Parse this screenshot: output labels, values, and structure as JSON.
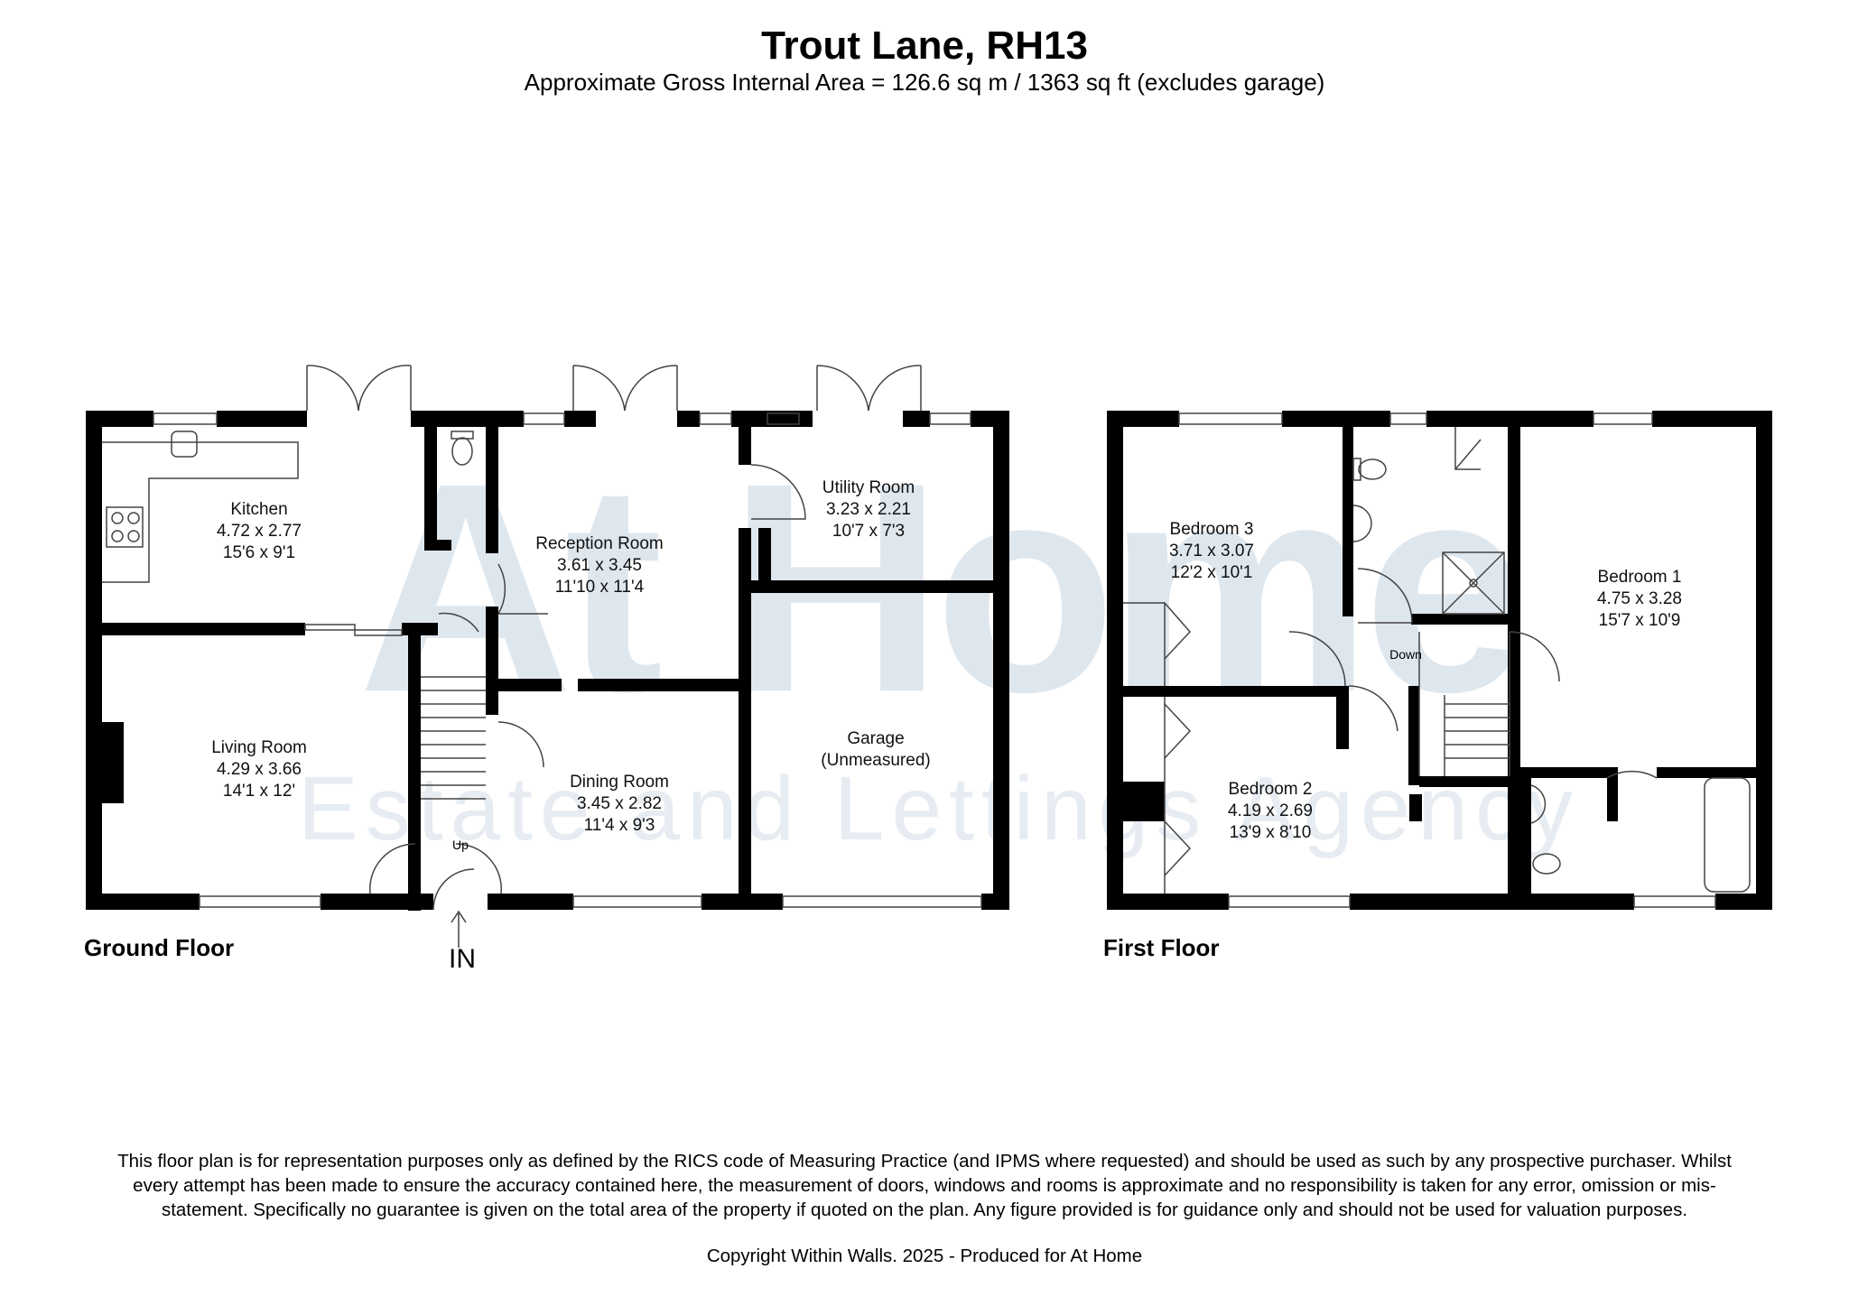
{
  "header": {
    "title": "Trout Lane, RH13",
    "subtitle": "Approximate Gross Internal Area = 126.6 sq m / 1363 sq ft (excludes garage)"
  },
  "watermark": {
    "brand": "At Home",
    "tagline": "Estate and Lettings Agency"
  },
  "ground_floor": {
    "label": "Ground Floor",
    "entrance": "IN",
    "stairs": "Up",
    "rooms": {
      "kitchen": {
        "name": "Kitchen",
        "metric": "4.72 x 2.77",
        "imperial": "15'6 x 9'1"
      },
      "reception": {
        "name": "Reception Room",
        "metric": "3.61 x 3.45",
        "imperial": "11'10 x 11'4"
      },
      "utility": {
        "name": "Utility Room",
        "metric": "3.23 x 2.21",
        "imperial": "10'7 x 7'3"
      },
      "living": {
        "name": "Living Room",
        "metric": "4.29 x 3.66",
        "imperial": "14'1 x 12'"
      },
      "dining": {
        "name": "Dining Room",
        "metric": "3.45 x 2.82",
        "imperial": "11'4 x 9'3"
      },
      "garage": {
        "name": "Garage",
        "note": "(Unmeasured)"
      }
    }
  },
  "first_floor": {
    "label": "First Floor",
    "stairs": "Down",
    "rooms": {
      "bedroom3": {
        "name": "Bedroom 3",
        "metric": "3.71 x 3.07",
        "imperial": "12'2 x 10'1"
      },
      "bedroom1": {
        "name": "Bedroom 1",
        "metric": "4.75 x 3.28",
        "imperial": "15'7 x 10'9"
      },
      "bedroom2": {
        "name": "Bedroom 2",
        "metric": "4.19 x 2.69",
        "imperial": "13'9 x 8'10"
      }
    }
  },
  "footer": {
    "disclaimer": "This floor plan is for representation purposes only as defined by the RICS code of Measuring Practice (and IPMS where requested) and should be used as such by any prospective purchaser. Whilst every attempt has been made to ensure the accuracy contained here, the measurement of doors, windows and rooms is approximate and no responsibility is taken for any error, omission or mis-statement. Specifically no guarantee is given on the total area of the property if quoted on the plan. Any figure provided is for guidance only and should not be used for valuation purposes.",
    "copyright": "Copyright Within Walls. 2025 - Produced for At Home"
  },
  "colors": {
    "wall": "#000000",
    "watermark": "#dfe7ee",
    "fixture": "#444444"
  }
}
